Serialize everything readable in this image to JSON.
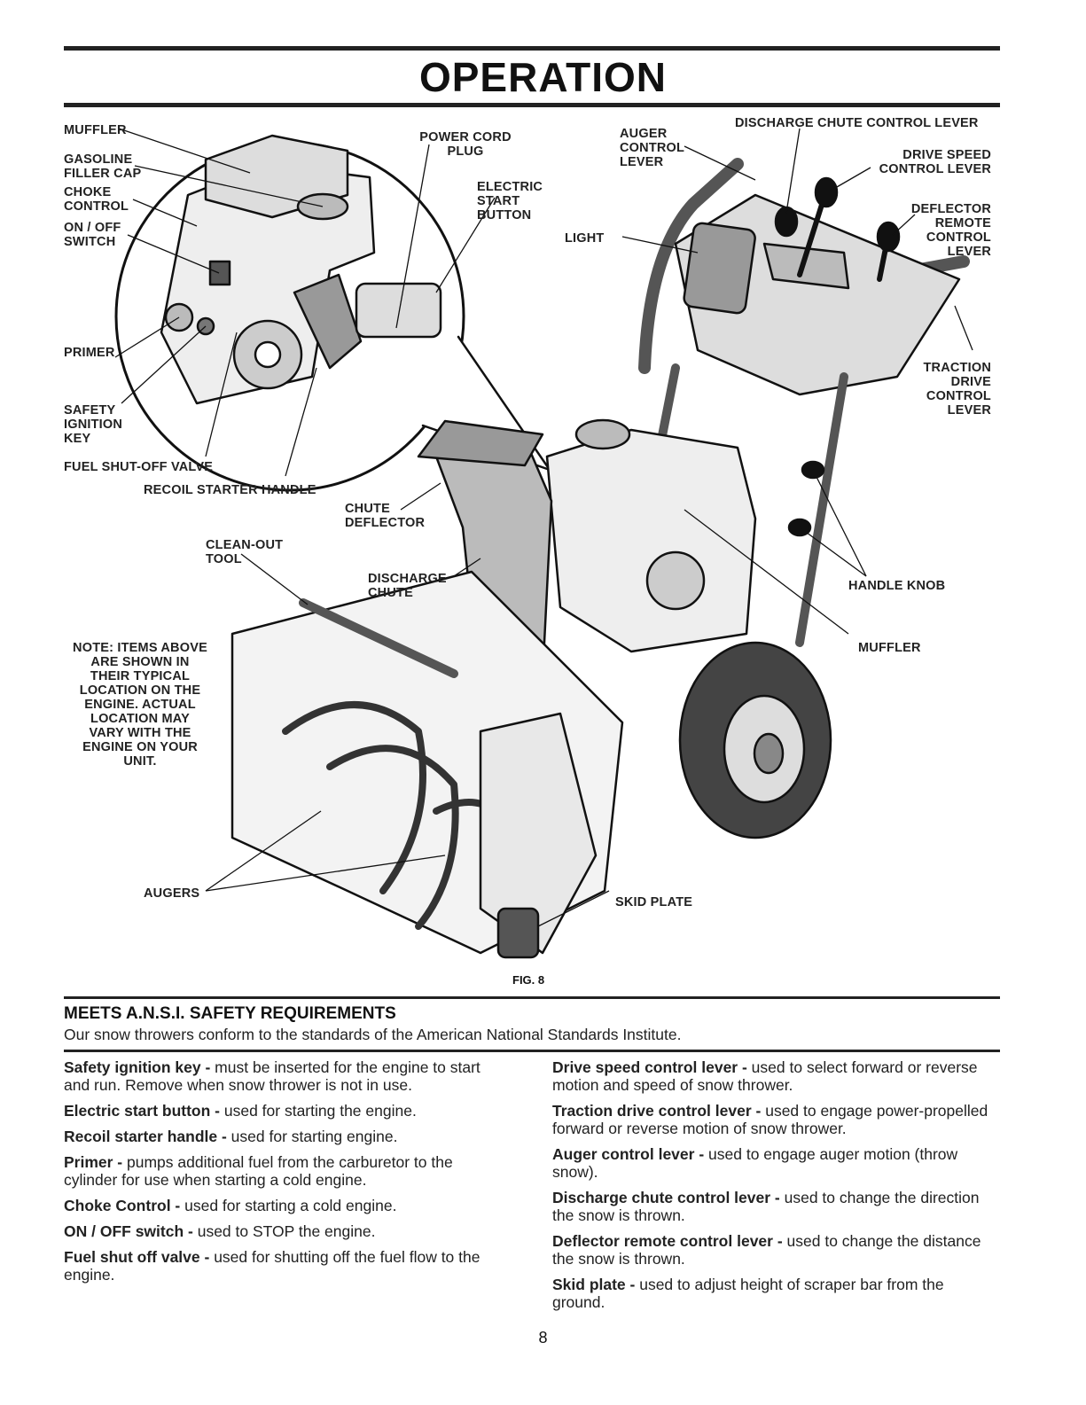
{
  "page": {
    "title": "OPERATION",
    "page_number": "8"
  },
  "figure": {
    "caption": "FIG. 8",
    "labels": {
      "muffler_top": "MUFFLER",
      "gasoline_filler_cap": "GASOLINE\nFILLER CAP",
      "choke_control": "CHOKE\nCONTROL",
      "on_off_switch": "ON / OFF\nSWITCH",
      "primer": "PRIMER",
      "safety_ignition_key": "SAFETY\nIGNITION\nKEY",
      "fuel_shutoff_valve": "FUEL SHUT-OFF VALVE",
      "recoil_starter_handle": "RECOIL STARTER HANDLE",
      "power_cord_plug": "POWER CORD\nPLUG",
      "electric_start_button": "ELECTRIC\nSTART\nBUTTON",
      "auger_control_lever": "AUGER\nCONTROL\nLEVER",
      "discharge_chute_control_lever": "DISCHARGE CHUTE CONTROL LEVER",
      "drive_speed_control_lever": "DRIVE SPEED\nCONTROL LEVER",
      "deflector_remote_control_lever": "DEFLECTOR\nREMOTE\nCONTROL\nLEVER",
      "light": "LIGHT",
      "traction_drive_control_lever": "TRACTION\nDRIVE\nCONTROL\nLEVER",
      "chute_deflector": "CHUTE\nDEFLECTOR",
      "clean_out_tool": "CLEAN-OUT\nTOOL",
      "discharge_chute": "DISCHARGE\nCHUTE",
      "handle_knob": "HANDLE KNOB",
      "muffler_right": "MUFFLER",
      "note": "NOTE: ITEMS ABOVE\nARE SHOWN IN\nTHEIR TYPICAL\nLOCATION ON THE\nENGINE. ACTUAL\nLOCATION MAY\nVARY WITH THE\nENGINE ON YOUR\nUNIT.",
      "augers": "AUGERS",
      "skid_plate": "SKID PLATE"
    }
  },
  "safety": {
    "title": "MEETS A.N.S.I. SAFETY REQUIREMENTS",
    "intro": "Our snow throwers conform to the standards of the American National Standards Institute."
  },
  "descriptions": {
    "left": [
      {
        "term": "Safety ignition key -",
        "text": " must be inserted for the engine to start and run.  Remove when snow thrower is not in use."
      },
      {
        "term": "Electric start button -",
        "text": " used for starting the engine."
      },
      {
        "term": "Recoil starter handle -",
        "text": " used for starting engine."
      },
      {
        "term": "Primer -",
        "text": " pumps additional fuel from the carburetor to the cylinder for use when starting a cold engine."
      },
      {
        "term": "Choke Control -",
        "text": " used for starting a cold engine."
      },
      {
        "term": "ON / OFF switch -",
        "text": " used to STOP the engine."
      },
      {
        "term": "Fuel shut off valve -",
        "text": " used for shutting off the fuel flow to the engine."
      }
    ],
    "right": [
      {
        "term": "Drive speed control lever -",
        "text": " used to select forward or reverse motion and speed of snow thrower."
      },
      {
        "term": "Traction drive control lever -",
        "text": " used to engage power-propelled forward or reverse motion of snow thrower."
      },
      {
        "term": "Auger control lever -",
        "text": " used to engage auger motion (throw snow)."
      },
      {
        "term": "Discharge chute control lever -",
        "text": " used to change the direction the snow is thrown."
      },
      {
        "term": "Deflector remote control lever -",
        "text": " used to change the distance the snow is thrown."
      },
      {
        "term": "Skid plate -",
        "text": " used to adjust height of scraper bar from the ground."
      }
    ]
  }
}
